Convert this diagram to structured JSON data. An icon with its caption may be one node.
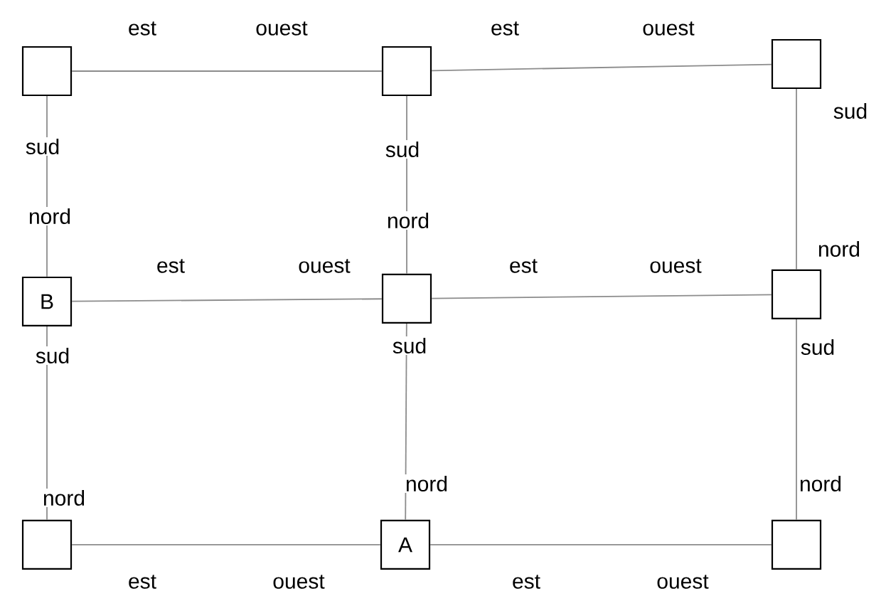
{
  "diagram": {
    "nodes": [
      {
        "text": [],
        "shape": "box"
      },
      {
        "text": [],
        "shape": "box"
      },
      {
        "text": [],
        "shape": "box"
      },
      {
        "text": [
          "B"
        ]
      },
      {
        "text": [],
        "shape": "box"
      },
      {
        "text": [],
        "shape": "box"
      },
      {
        "text": [],
        "shape": "box"
      },
      {
        "text": [
          "A"
        ]
      },
      {
        "text": [],
        "shape": "box"
      }
    ],
    "edges": [
      {
        "from": 0,
        "to": 1,
        "arrow": "none"
      },
      {
        "from": 1,
        "to": 2,
        "arrow": "none"
      },
      {
        "from": 3,
        "to": 4,
        "arrow": "none"
      },
      {
        "from": 4,
        "to": 5,
        "arrow": "none"
      },
      {
        "from": 6,
        "to": 7,
        "arrow": "none"
      },
      {
        "from": 7,
        "to": 8,
        "arrow": "none"
      },
      {
        "from": 0,
        "to": 3,
        "arrow": "none"
      },
      {
        "from": 3,
        "to": 6,
        "arrow": "none"
      },
      {
        "from": 1,
        "to": 4,
        "arrow": "none"
      },
      {
        "from": 4,
        "to": 7,
        "arrow": "none"
      },
      {
        "from": 2,
        "to": 5,
        "arrow": "none"
      },
      {
        "from": 5,
        "to": 8,
        "arrow": "none"
      }
    ],
    "labels": [
      "est",
      "ouest",
      "est",
      "ouest",
      "sud",
      "sud",
      "sud",
      "nord",
      "nord",
      "nord",
      "est",
      "ouest",
      "est",
      "ouest",
      "sud",
      "sud",
      "sud",
      "nord",
      "nord",
      "nord",
      "est",
      "ouest",
      "est",
      "ouest"
    ]
  }
}
